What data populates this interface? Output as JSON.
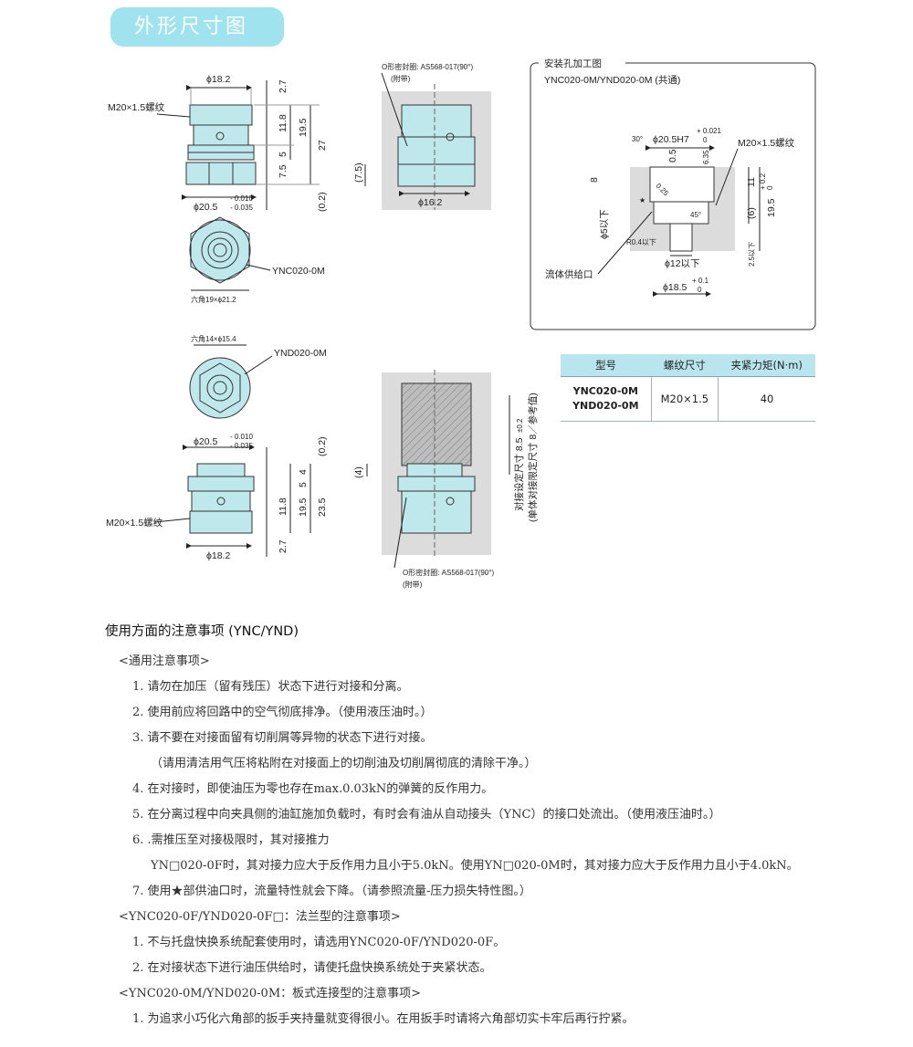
{
  "header": {
    "title": "外形尺寸图"
  },
  "drawings": {
    "ync_side": {
      "dia_top": "ϕ18.2",
      "thread": "M20×1.5螺纹",
      "d_2_7": "2.7",
      "d_11_8": "11.8",
      "d_19_5": "19.5",
      "d_27": "27",
      "d_5": "5",
      "d_7_5": "7.5",
      "d_0_2": "(0.2)",
      "dia_bottom": "ϕ20.5",
      "tol_top": "- 0.010",
      "tol_bottom": "- 0.035"
    },
    "ync_end": {
      "label": "YNC020-0M",
      "hex": "六角19×ϕ21.2"
    },
    "ync_mounted": {
      "oring": "O形密封圈: AS568-017(90°)",
      "attached": "(附带)",
      "d_7_5": "(7.5)",
      "dia": "ϕ16.2"
    },
    "ynd_end": {
      "hex": "六角14×ϕ15.4",
      "label": "YND020-0M"
    },
    "ynd_side": {
      "dia_top": "ϕ20.5",
      "tol_top": "- 0.010",
      "tol_bottom": "- 0.035",
      "d_0_2": "(0.2)",
      "d_4": "4",
      "d_5": "5",
      "d_11_8": "11.8",
      "d_19_5": "19.5",
      "d_23_5": "23.5",
      "d_2_7": "2.7",
      "thread": "M20×1.5螺纹",
      "dia_bottom": "ϕ18.2"
    },
    "coupled": {
      "d_4": "(4)",
      "setting": "对接设定尺寸 8.5",
      "setting_tol": "±0.2",
      "limit": "(单体对接限定尺寸 8／参考值)",
      "oring": "O形密封圈: AS568-017(90°)",
      "attached": "(附带)"
    },
    "mount_hole": {
      "title": "安装孔加工图",
      "subtitle": "YNC020-0M/YND020-0M (共通)",
      "angle30": "30°",
      "dia20_5": "ϕ20.5H7",
      "dia20_5_tol_top": "+ 0.021",
      "dia20_5_tol_bottom": "0",
      "d_0_5": "0.5",
      "d_6_35": "6.35",
      "d_8": "8",
      "d_0_25": "0.25",
      "thread": "M20×1.5螺纹",
      "d_11": "11",
      "d_19_5": "19.5",
      "d_19_5_tol_top": "+ 0.2",
      "d_19_5_tol_bottom": "0",
      "angle45": "45°",
      "d_6": "(6)",
      "dia5": "ϕ5以下",
      "r04": "R0.4以下",
      "d_2_5": "2.5以下",
      "dia12": "ϕ12以下",
      "supply": "流体供给口",
      "dia18_5": "ϕ18.5",
      "dia18_5_tol_top": "+ 0.1",
      "dia18_5_tol_bottom": "0"
    }
  },
  "spec_table": {
    "headers": [
      "型号",
      "螺纹尺寸",
      "夹紧力矩(N·m)"
    ],
    "model_line1": "YNC020-0M",
    "model_line2": "YND020-0M",
    "thread": "M20×1.5",
    "torque": "40"
  },
  "notes": {
    "heading": "使用方面的注意事项 (YNC/YND)",
    "general_title": "<通用注意事项>",
    "general": [
      "1. 请勿在加压（留有残压）状态下进行对接和分离。",
      "2. 使用前应将回路中的空气彻底排净。（使用液压油时。）",
      "3. 请不要在对接面留有切削屑等异物的状态下进行对接。",
      "（请用清洁用气压将粘附在对接面上的切削油及切削屑彻底的清除干净。）",
      "4. 在对接时，即使油压为零也存在max.0.03kN的弹簧的反作用力。",
      "5. 在分离过程中向夹具侧的油缸施加负载时，有时会有油从自动接头（YNC）的接口处流出。（使用液压油时。）",
      "6. .需推压至对接极限时，其对接推力",
      "YN□020-0F时，其对接力应大于反作用力且小于5.0kN。使用YN□020-0M时，其对接力应大于反作用力且小于4.0kN。",
      "7. 使用★部供油口时，流量特性就会下降。（请参照流量-压力损失特性图。）"
    ],
    "flange_title": "<YNC020-0F/YND020-0F□：法兰型的注意事项>",
    "flange": [
      "1. 不与托盘快换系统配套使用时，请选用YNC020-0F/YND020-0F。",
      "2. 在对接状态下进行油压供给时，请使托盘快换系统处于夹紧状态。"
    ],
    "plate_title": "<YNC020-0M/YND020-0M：板式连接型的注意事项>",
    "plate": [
      "1. 为追求小巧化六角部的扳手夹持量就变得很小。在用扳手时请将六角部切实卡牢后再行拧紧。"
    ]
  }
}
